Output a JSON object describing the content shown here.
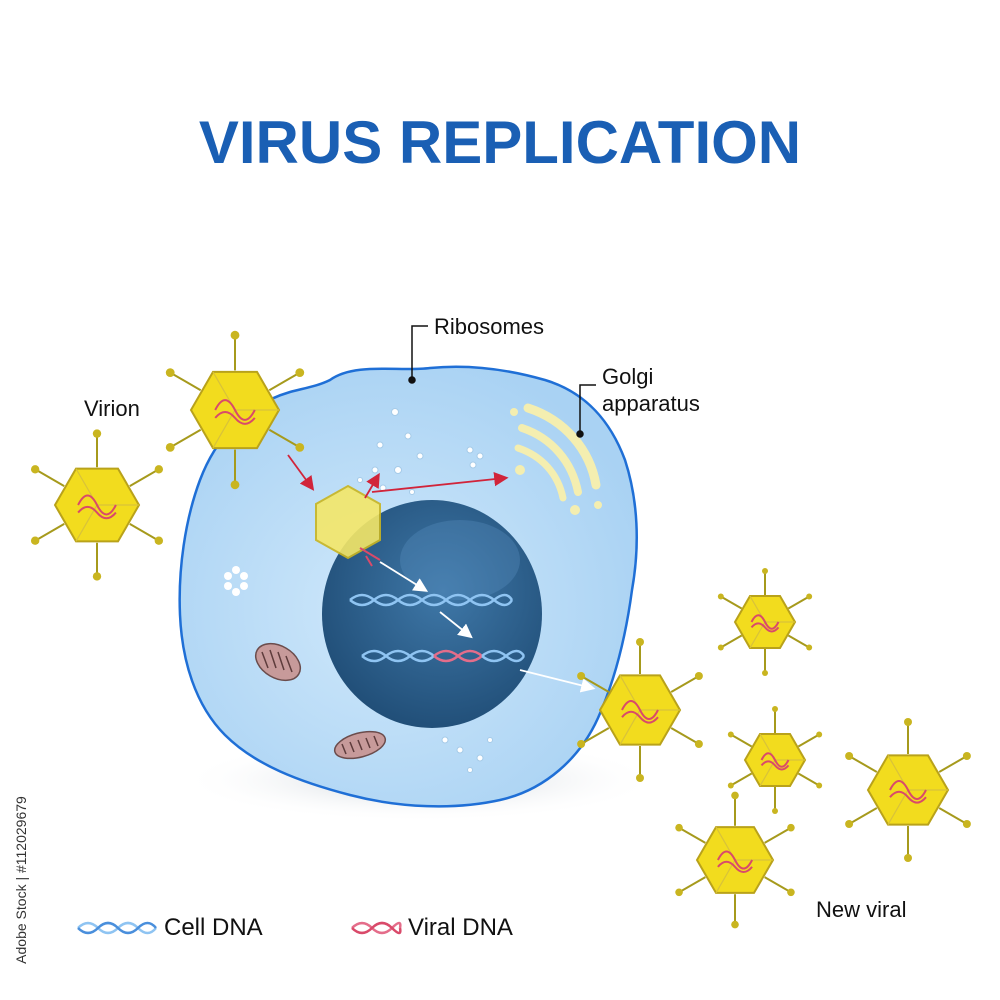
{
  "title": "VIRUS REPLICATION",
  "labels": {
    "ribosomes": "Ribosomes",
    "golgi_line1": "Golgi",
    "golgi_line2": "apparatus",
    "virion": "Virion",
    "new_viral": "New viral"
  },
  "legend": {
    "cell_dna": "Cell DNA",
    "viral_dna": "Viral DNA"
  },
  "watermark": "Adobe Stock | #112029679",
  "colors": {
    "title": "#1a5fb4",
    "cytoplasm": "#b9dcf7",
    "membrane": "#1f6fd6",
    "nucleus": "#2d5f8c",
    "virus": "#f2dc1e",
    "arrow_red": "#d1243a",
    "arrow_white": "#ffffff",
    "cell_dna": "#4a8fdc",
    "viral_dna": "#d94a6a"
  }
}
